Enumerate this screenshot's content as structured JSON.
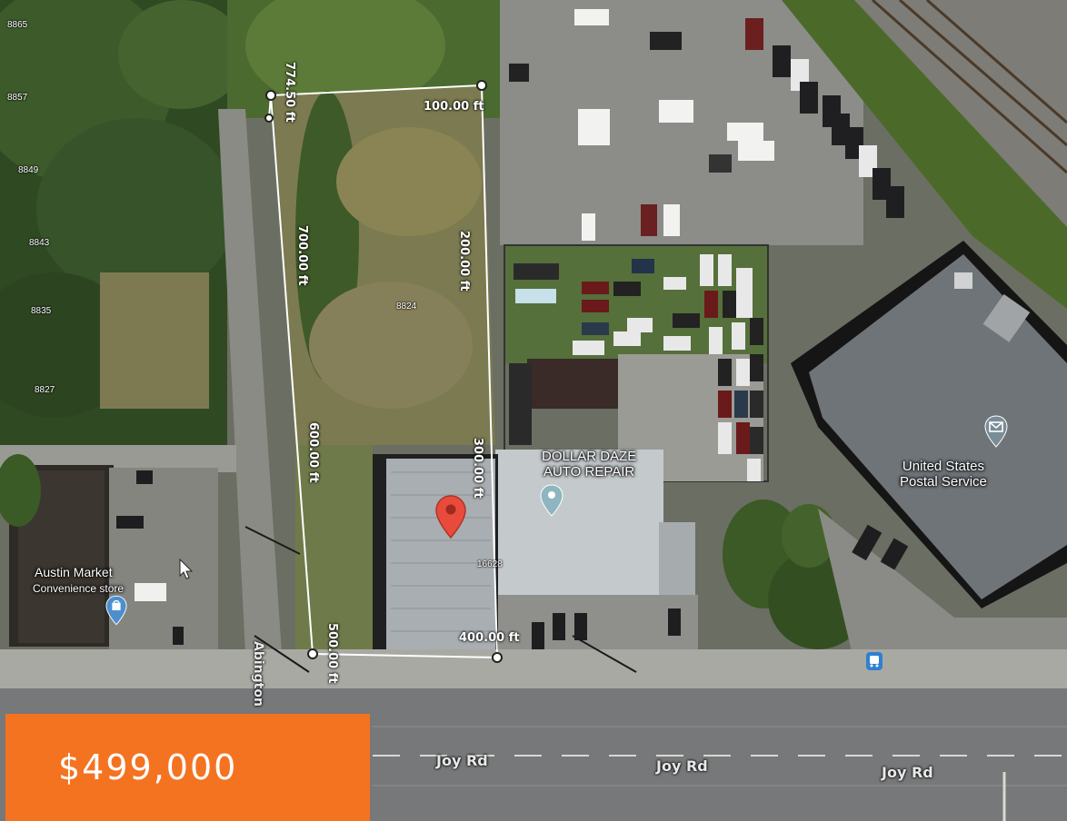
{
  "price": "$499,000",
  "parcels": {
    "p8865": "8865",
    "p8857": "8857",
    "p8849": "8849",
    "p8843": "8843",
    "p8835": "8835",
    "p8827": "8827",
    "p8824": "8824",
    "p16628": "16628"
  },
  "measurements": {
    "m774": "774.50 ft",
    "m100": "100.00 ft",
    "m700": "700.00 ft",
    "m200": "200.00 ft",
    "m600": "600.00 ft",
    "m300": "300.00 ft",
    "m400": "400.00 ft",
    "m500": "500.00 ft"
  },
  "places": {
    "dollar_daze_line1": "DOLLAR DAZE",
    "dollar_daze_line2": "AUTO REPAIR",
    "usps_line1": "United States",
    "usps_line2": "Postal Service",
    "austin_market": "Austin Market",
    "austin_market_sub": "Convenience store"
  },
  "roads": {
    "joy1": "Joy Rd",
    "joy2": "Joy Rd",
    "joy3": "Joy Rd",
    "abington": "Abington"
  },
  "colors": {
    "price_box": "#f47321",
    "pin": "#e84b3c",
    "measure_line": "#ffffff"
  },
  "icons": [
    "map-pin-icon",
    "poi-pin-icon",
    "mail-icon",
    "shopping-bag-icon",
    "bus-stop-icon",
    "cursor-arrow-icon"
  ]
}
